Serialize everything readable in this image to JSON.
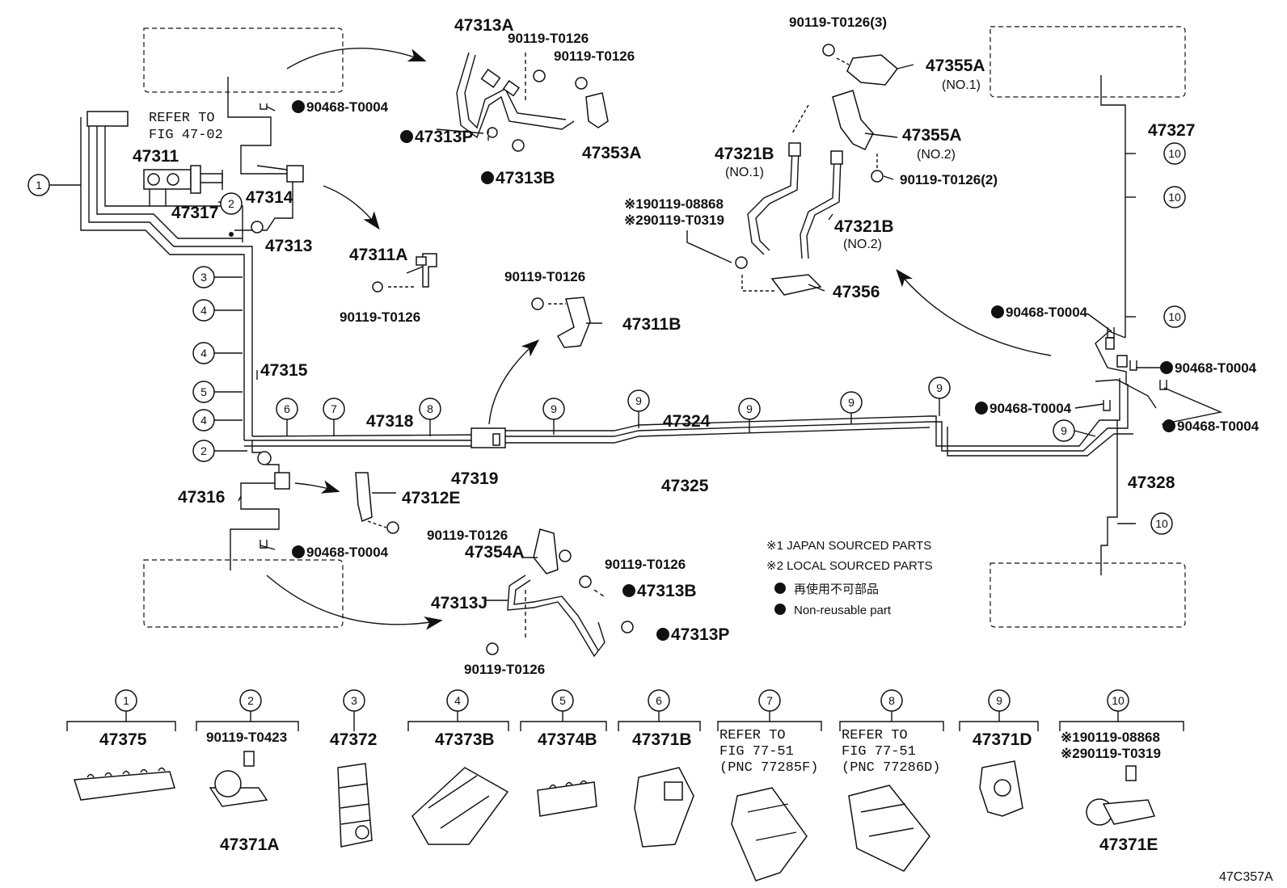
{
  "diagram_id": "47C357A",
  "refer": {
    "line1": "REFER TO",
    "line2": "FIG 47-02"
  },
  "labels": {
    "p47313A": "47313A",
    "p90119_T0126_a": "90119-T0126",
    "p90119_T0126_b": "90119-T0126",
    "p47313P_top": "47313P",
    "p47353A": "47353A",
    "p47313B_top": "47313B",
    "p90468_a": "90468-T0004",
    "p47311": "47311",
    "p47314": "47314",
    "p47317": "47317",
    "p47313": "47313",
    "p47311A": "47311A",
    "p90119_T0126_c": "90119-T0126",
    "p90119_T0126_d": "90119-T0126",
    "p47311B": "47311B",
    "p47315": "47315",
    "p47318": "47318",
    "p47319": "47319",
    "p47324": "47324",
    "p47325": "47325",
    "p47316": "47316",
    "p47312E": "47312E",
    "p90119_T0126_e": "90119-T0126",
    "p90468_b": "90468-T0004",
    "p47354A": "47354A",
    "p90119_T0126_f": "90119-T0126",
    "p47313B_bot": "47313B",
    "p47313J": "47313J",
    "p47313P_bot": "47313P",
    "p90119_T0126_g": "90119-T0126",
    "p90119_T0126_3": "90119-T0126(3)",
    "p47355A_1": "47355A",
    "p47355A_1_no": "(NO.1)",
    "p47355A_2": "47355A",
    "p47355A_2_no": "(NO.2)",
    "p47321B_1": "47321B",
    "p47321B_1_no": "(NO.1)",
    "p90119_T0126_2": "90119-T0126(2)",
    "p_alt1": "※190119-08868",
    "p_alt2": "※290119-T0319",
    "p47321B_2": "47321B",
    "p47321B_2_no": "(NO.2)",
    "p47356": "47356",
    "p47327": "47327",
    "p90468_c": "90468-T0004",
    "p90468_d": "90468-T0004",
    "p90468_e": "90468-T0004",
    "p90468_f": "90468-T0004",
    "p47328": "47328"
  },
  "notes": {
    "japan": "※1 JAPAN SOURCED PARTS",
    "local": "※2 LOCAL SOURCED PARTS",
    "nonreuse_jp": "再使用不可部品",
    "nonreuse_en": "Non-reusable part"
  },
  "legend": [
    {
      "num": "1",
      "part": "47375"
    },
    {
      "num": "2",
      "part": "47371A",
      "sub": "90119-T0423"
    },
    {
      "num": "3",
      "part": "47372"
    },
    {
      "num": "4",
      "part": "47373B"
    },
    {
      "num": "5",
      "part": "47374B"
    },
    {
      "num": "6",
      "part": "47371B"
    },
    {
      "num": "7",
      "refer1": "REFER TO",
      "refer2": "FIG 77-51",
      "refer3": "(PNC 77285F)"
    },
    {
      "num": "8",
      "refer1": "REFER TO",
      "refer2": "FIG 77-51",
      "refer3": "(PNC 77286D)"
    },
    {
      "num": "9",
      "part": "47371D"
    },
    {
      "num": "10",
      "part": "47371E",
      "alt1": "※190119-08868",
      "alt2": "※290119-T0319"
    }
  ],
  "callouts": [
    "1",
    "2",
    "2",
    "3",
    "4",
    "4",
    "5",
    "4",
    "6",
    "7",
    "8",
    "9",
    "9",
    "9",
    "9",
    "9",
    "9",
    "10",
    "10",
    "10",
    "10"
  ]
}
